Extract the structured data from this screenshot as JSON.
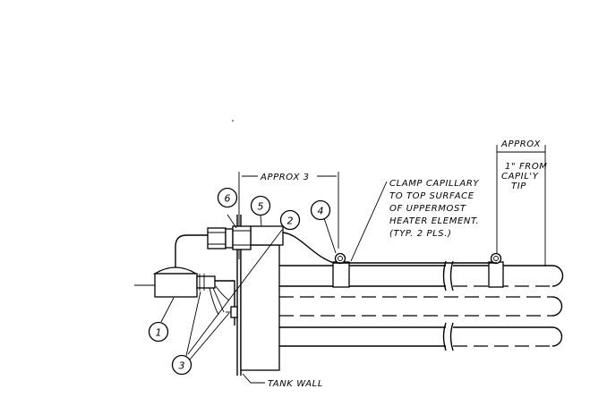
{
  "notes": {
    "approx_3": "APPROX 3",
    "approx": "APPROX",
    "from_tip_1": "1\" FROM",
    "from_tip_2": "CAPIL'Y",
    "from_tip_3": "TIP",
    "clamp_1": "CLAMP CAPILLARY",
    "clamp_2": "TO TOP SURFACE",
    "clamp_3": "OF UPPERMOST",
    "clamp_4": "HEATER ELEMENT.",
    "clamp_5": "(TYP. 2 PLS.)",
    "tank_wall": "TANK WALL"
  },
  "callouts": {
    "c1": "1",
    "c2": "2",
    "c3": "3",
    "c4": "4",
    "c5": "5",
    "c6": "6"
  }
}
